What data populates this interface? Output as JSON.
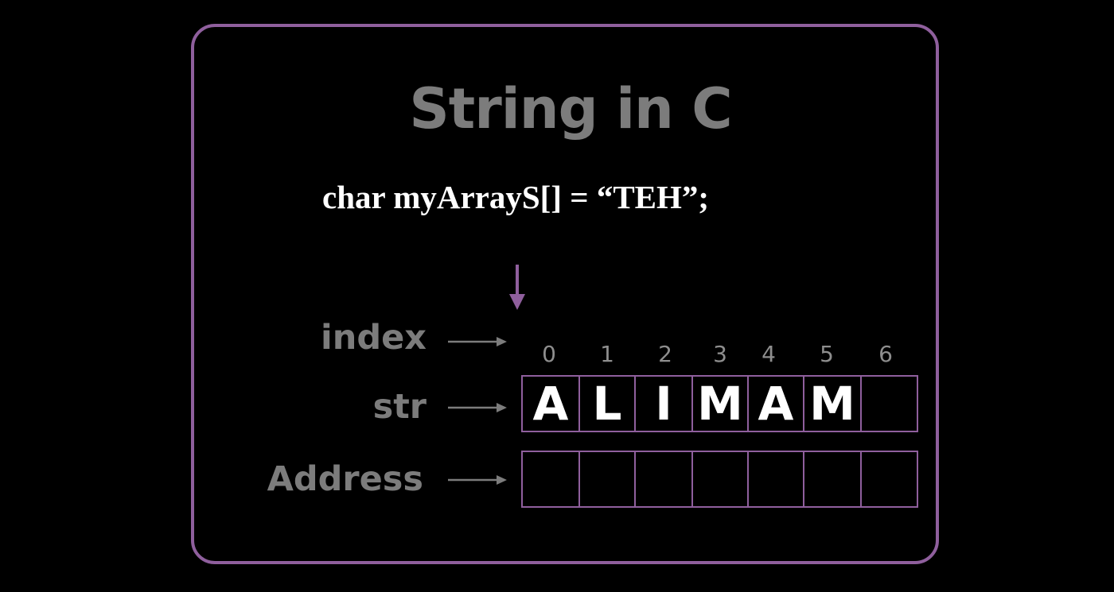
{
  "title": "String in C",
  "code_line": "char myArrayS[] = “TEH”;",
  "rows": {
    "index_label": "index",
    "str_label": "str",
    "address_label": "Address"
  },
  "indices": [
    "0",
    "1",
    "2",
    "3",
    "4",
    "5",
    "6"
  ],
  "str_cells": [
    "A",
    "L",
    "I",
    "M",
    "A",
    "M",
    ""
  ],
  "address_cells": [
    "",
    "",
    "",
    "",
    "",
    "",
    ""
  ],
  "colors": {
    "frame": "#8f5f9d",
    "label_text": "#7c7c7c",
    "code_text": "#ffffff",
    "arrow": "#8f5f9d"
  }
}
